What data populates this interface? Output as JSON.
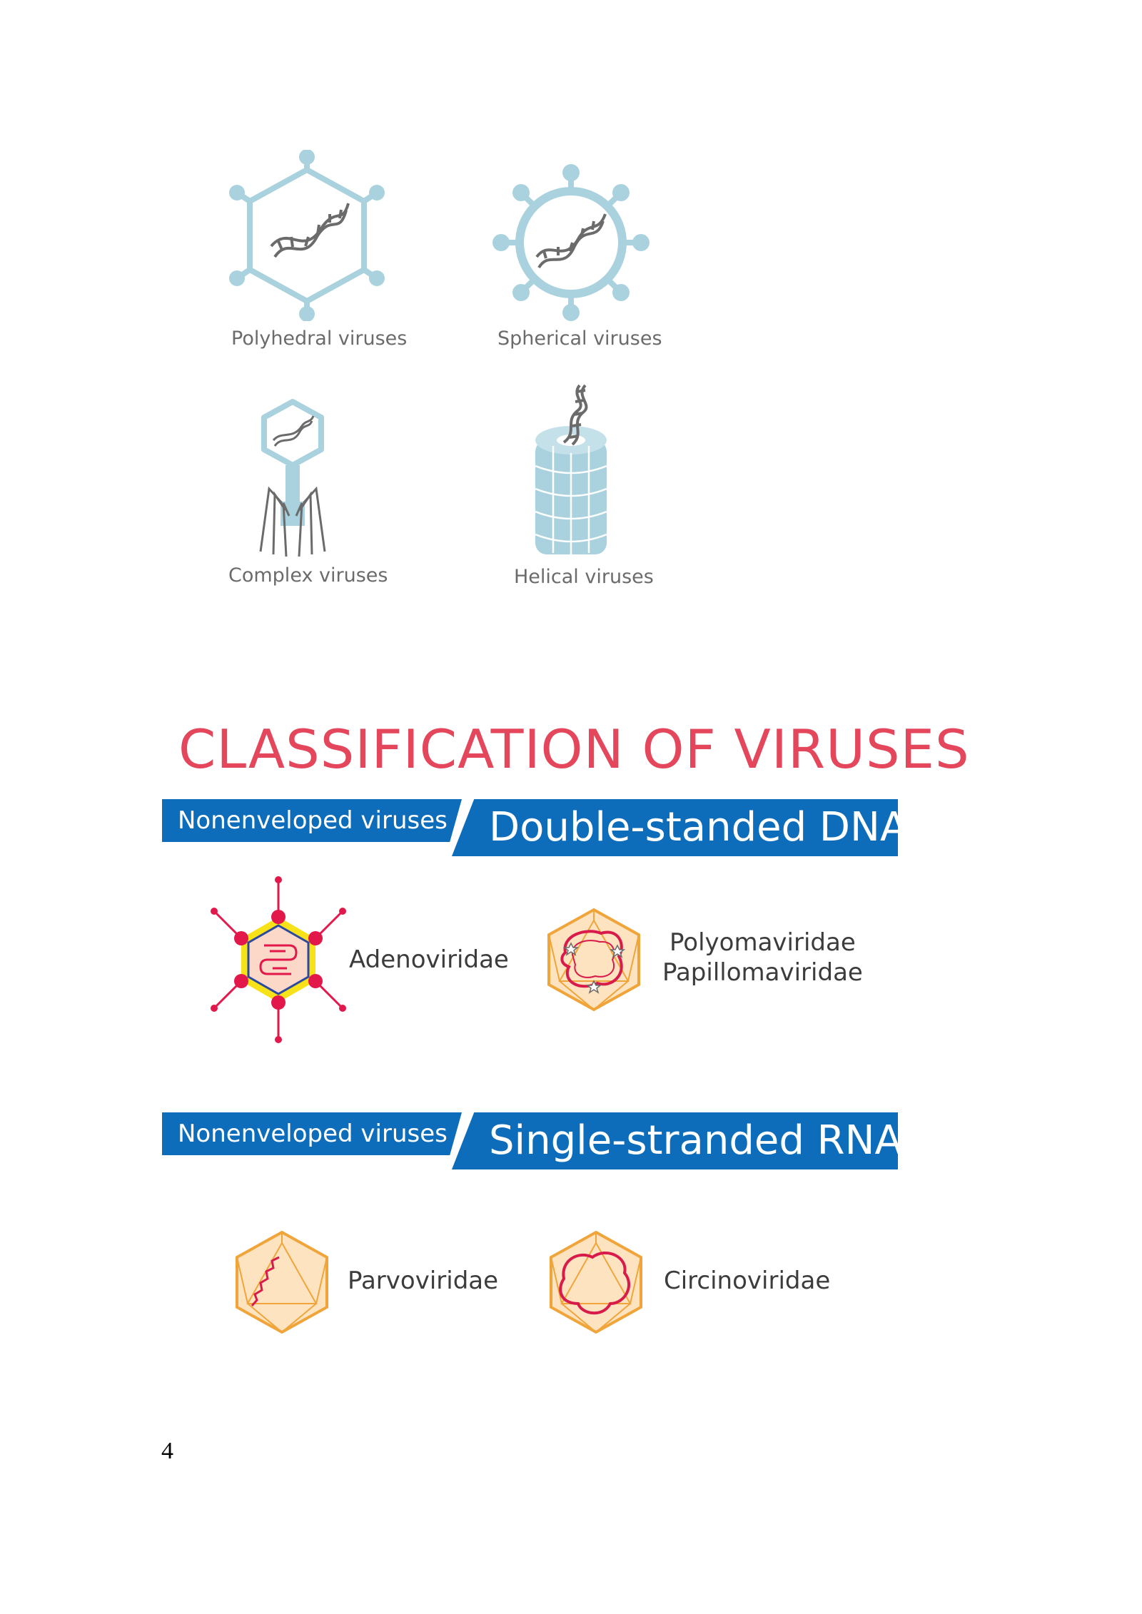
{
  "shapes": {
    "polyhedral": "Polyhedral viruses",
    "spherical": "Spherical viruses",
    "complex": "Complex viruses",
    "helical": "Helical viruses"
  },
  "classification": {
    "title": "CLASSIFICATION OF VIRUSES",
    "sections": [
      {
        "tag": "Nonenveloped viruses",
        "banner": "Double-standed DNA",
        "families": [
          "Adenoviridae",
          "Polyomaviridae",
          "Papillomaviridae"
        ]
      },
      {
        "tag": "Nonenveloped viruses",
        "banner": "Single-stranded RNA",
        "families": [
          "Parvoviridae",
          "Circinoviridae"
        ]
      }
    ]
  },
  "page_number": "4",
  "colors": {
    "virus_blue": "#a9d2de",
    "banner_blue": "#0d6dbb",
    "title_red": "#e4475c",
    "capsid_orange": "#f0a53a",
    "capsid_fill": "#fde3c0",
    "adeno_red": "#e2184a",
    "adeno_yellow": "#f7e21a"
  },
  "icons": [
    "polyhedral-virus-icon",
    "spherical-virus-icon",
    "complex-virus-icon",
    "helical-virus-icon",
    "adenoviridae-icon",
    "polyomaviridae-icon",
    "parvoviridae-icon",
    "circinoviridae-icon"
  ]
}
